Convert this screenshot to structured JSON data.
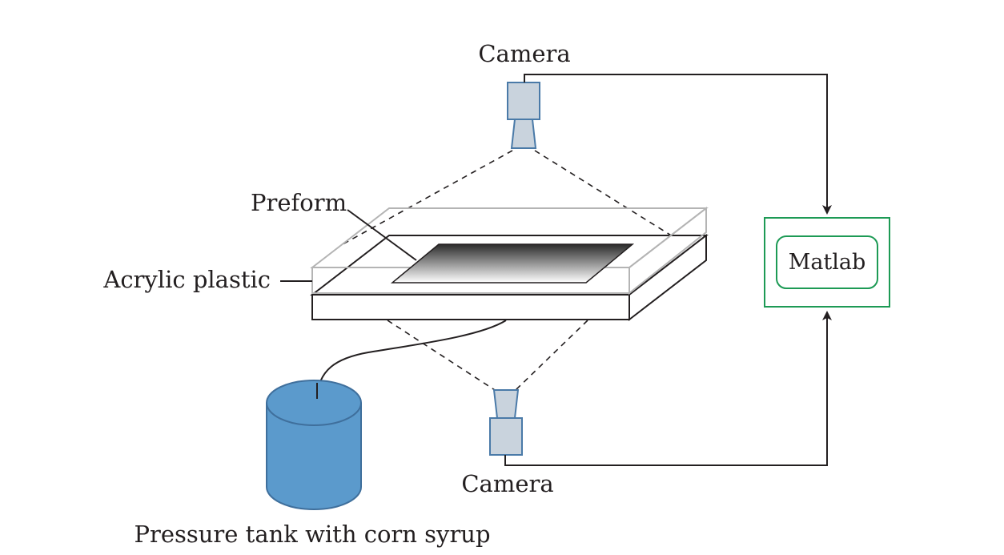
{
  "labels": {
    "camera_top": "Camera",
    "camera_bottom": "Camera",
    "preform": "Preform",
    "acrylic": "Acrylic plastic",
    "matlab": "Matlab",
    "tank": "Pressure tank with corn syrup"
  },
  "icons": {
    "camera": "camera-icon",
    "tank": "cylinder-tank-icon"
  },
  "colors": {
    "camera_fill": "#c9d3dd",
    "camera_stroke": "#4a7aa8",
    "tank_fill": "#5b9acc",
    "tank_stroke": "#3f6f9c",
    "matlab_border": "#1d9a55",
    "acrylic_edge": "#b4b4b4",
    "line": "#231f20"
  }
}
